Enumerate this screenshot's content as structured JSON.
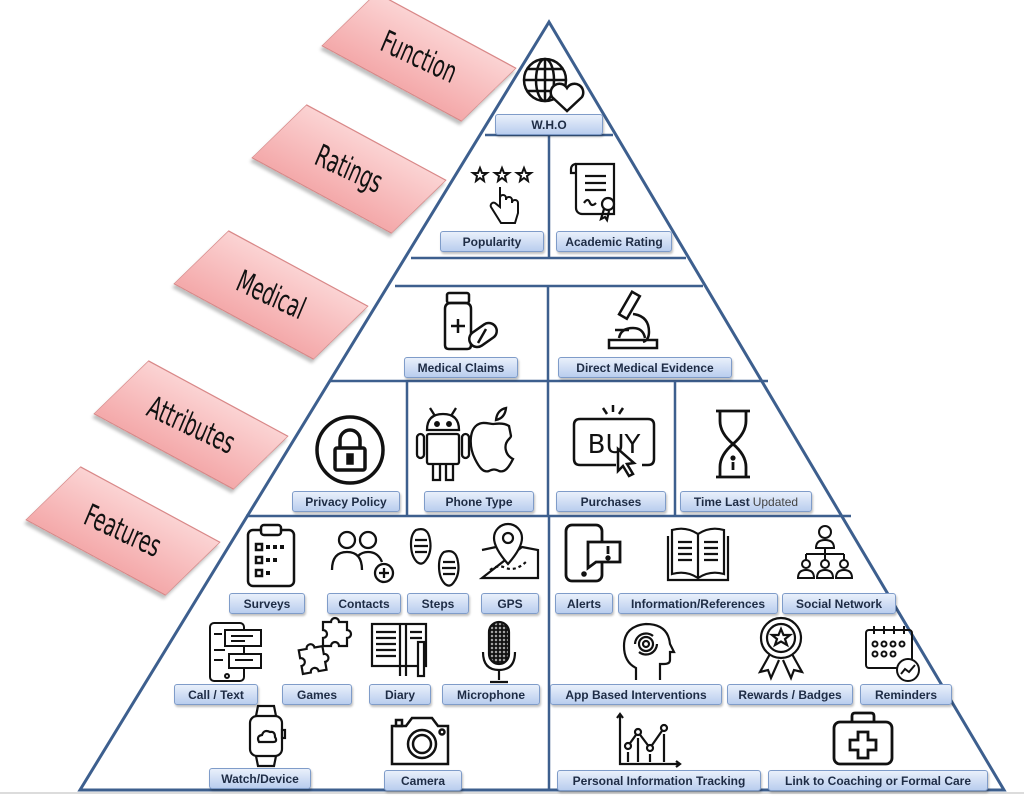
{
  "tiers": [
    {
      "name": "Function"
    },
    {
      "name": "Ratings"
    },
    {
      "name": "Medical"
    },
    {
      "name": "Attributes"
    },
    {
      "name": "Features"
    }
  ],
  "function": {
    "items": [
      {
        "label": "W.H.O",
        "icon": "globe-heart-icon"
      }
    ]
  },
  "ratings": {
    "items": [
      {
        "label": "Popularity",
        "icon": "stars-hand-icon"
      },
      {
        "label": "Academic Rating",
        "icon": "certificate-icon"
      }
    ]
  },
  "medical": {
    "items": [
      {
        "label": "Medical Claims",
        "icon": "medicine-bottle-icon"
      },
      {
        "label": "Direct Medical Evidence",
        "icon": "microscope-icon"
      }
    ]
  },
  "attributes": {
    "items": [
      {
        "label": "Privacy Policy",
        "icon": "lock-icon"
      },
      {
        "label": "Phone Type",
        "icon": "android-apple-icon"
      },
      {
        "label": "Purchases",
        "icon": "buy-icon"
      },
      {
        "label_bold": "Time Last",
        "label_light": "Updated",
        "icon": "hourglass-icon"
      }
    ]
  },
  "features": {
    "left": [
      {
        "label": "Surveys",
        "icon": "clipboard-icon"
      },
      {
        "label": "Contacts",
        "icon": "contacts-add-icon"
      },
      {
        "label": "Steps",
        "icon": "footprints-icon"
      },
      {
        "label": "GPS",
        "icon": "map-pin-icon"
      },
      {
        "label": "Call / Text",
        "icon": "phone-chat-icon"
      },
      {
        "label": "Games",
        "icon": "puzzle-icon"
      },
      {
        "label": "Diary",
        "icon": "diary-icon"
      },
      {
        "label": "Microphone",
        "icon": "microphone-icon"
      },
      {
        "label": "Watch/Device",
        "icon": "smartwatch-icon"
      },
      {
        "label": "Camera",
        "icon": "camera-icon"
      }
    ],
    "right": [
      {
        "label": "Alerts",
        "icon": "tablet-alert-icon"
      },
      {
        "label": "Information/References",
        "icon": "open-book-icon"
      },
      {
        "label": "Social Network",
        "icon": "social-network-icon"
      },
      {
        "label": "App Based Interventions",
        "icon": "head-gear-icon"
      },
      {
        "label": "Rewards / Badges",
        "icon": "badge-icon"
      },
      {
        "label": "Reminders",
        "icon": "calendar-icon"
      },
      {
        "label": "Personal Information Tracking",
        "icon": "line-chart-icon"
      },
      {
        "label": "Link to Coaching or Formal Care",
        "icon": "first-aid-kit-icon"
      }
    ]
  },
  "colors": {
    "pyramid_line": "#3d5f8e",
    "tag_fill": "#f4a9aa",
    "label_fill": "#c8d8f2"
  }
}
